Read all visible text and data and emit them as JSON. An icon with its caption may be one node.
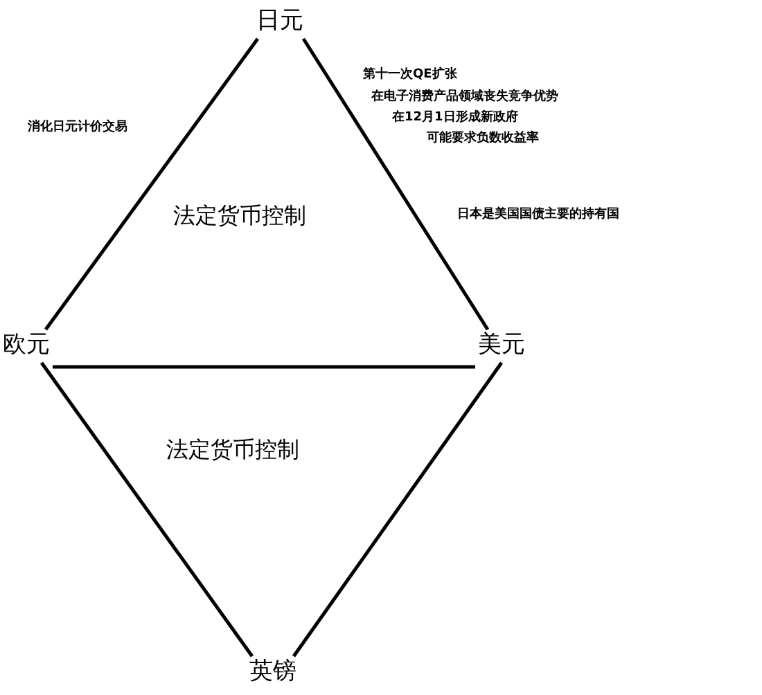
{
  "diagram": {
    "nodes": [
      {
        "text": [
          "日元"
        ]
      },
      {
        "text": [
          "欧元"
        ]
      },
      {
        "text": [
          "美元"
        ]
      },
      {
        "text": [
          "英镑"
        ]
      }
    ],
    "edges": [
      {
        "from": 0,
        "to": 1,
        "arrow": "none"
      },
      {
        "from": 0,
        "to": 2,
        "arrow": "none"
      },
      {
        "from": 1,
        "to": 2,
        "arrow": "none"
      },
      {
        "from": 1,
        "to": 3,
        "arrow": "none"
      },
      {
        "from": 2,
        "to": 3,
        "arrow": "none"
      }
    ],
    "labels": [
      "消化日元计价交易",
      "第十一次QE扩张",
      "在电子消费产品领域丧失竞争优势",
      "在12月1日形成新政府",
      "可能要求负数收益率",
      "法定货币控制",
      "日本是美国国债主要的持有国",
      "法定货币控制"
    ]
  }
}
